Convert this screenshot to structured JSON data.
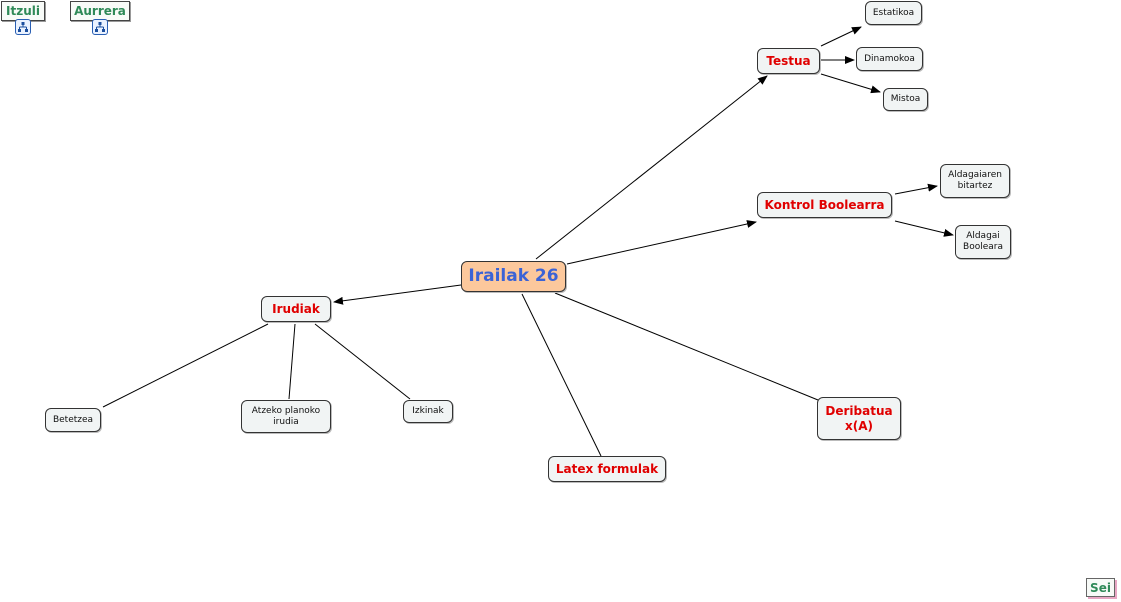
{
  "nav": {
    "back_label": "Itzuli",
    "forward_label": "Aurrera",
    "back_icon": "concept-map-icon",
    "forward_icon": "concept-map-icon"
  },
  "map": {
    "center": "Irailak 26",
    "testua": "Testua",
    "estatikoa": "Estatikoa",
    "dinamokoa": "Dinamokoa",
    "mistoa": "Mistoa",
    "kontrol": "Kontrol Boolearra",
    "aldagaiaren_l1": "Aldagaiaren",
    "aldagaiaren_l2": "bitartez",
    "aldagai_l1": "Aldagai",
    "aldagai_l2": "Booleara",
    "irudiak": "Irudiak",
    "betetzea": "Betetzea",
    "atzeko_l1": "Atzeko planoko",
    "atzeko_l2": "irudia",
    "izkinak": "Izkinak",
    "latex": "Latex formulak",
    "deribatua_l1": "Deribatua",
    "deribatua_l2": "x(A)"
  },
  "footer": {
    "sei_label": "Sei"
  },
  "colors": {
    "main_fill": "#fcc89c",
    "main_text": "#3b63d6",
    "topic_text": "#e00000",
    "node_fill": "#f1f4f4",
    "nav_text": "#2f8a58"
  }
}
